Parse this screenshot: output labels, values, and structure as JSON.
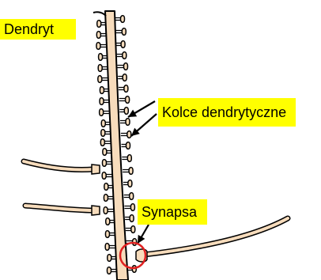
{
  "labels": {
    "dendrite": "Dendryt",
    "spines": "Kolce dendrytyczne",
    "synapse": "Synapsa"
  },
  "colors": {
    "dendrite_fill": "#f7dcbc",
    "outline": "#000000",
    "label_bg": "#ffff00",
    "synapse_circle": "#e02020",
    "axon_fill": "#f7dcbc"
  }
}
